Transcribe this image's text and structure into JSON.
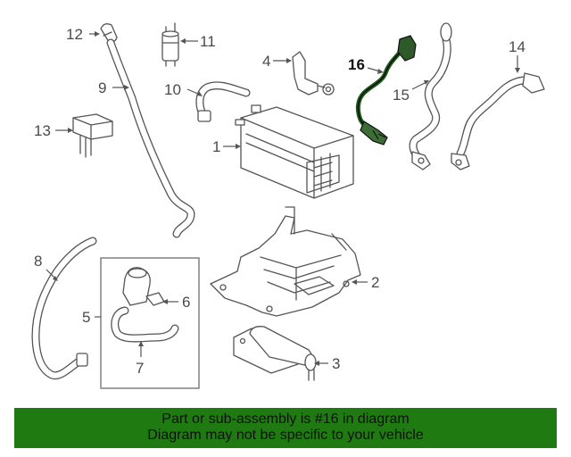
{
  "callouts": {
    "c1": "1",
    "c2": "2",
    "c3": "3",
    "c4": "4",
    "c5": "5",
    "c6": "6",
    "c7": "7",
    "c8": "8",
    "c9": "9",
    "c10": "10",
    "c11": "11",
    "c12": "12",
    "c13": "13",
    "c14": "14",
    "c15": "15",
    "c16": "16"
  },
  "highlight": {
    "part": "16",
    "color": "#1f5a1a"
  },
  "banner": {
    "line1": "Part or sub-assembly is #16 in diagram",
    "line2": "Diagram may not be specific to your vehicle",
    "background": "#1e7a11"
  }
}
